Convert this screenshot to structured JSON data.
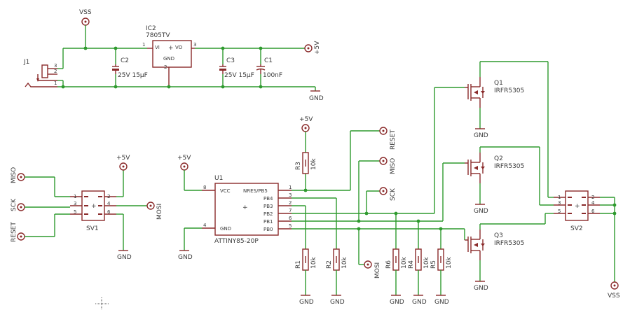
{
  "regulator": {
    "ref": "IC2",
    "value": "7805TV",
    "vi": "VI",
    "vo": "VO",
    "gnd": "GND",
    "pin1": "1",
    "pin2": "2",
    "pin3": "3"
  },
  "caps": [
    {
      "ref": "C2",
      "value": "25V 15µF"
    },
    {
      "ref": "C3",
      "value": "25V 15µF"
    },
    {
      "ref": "C1",
      "value": "100nF"
    }
  ],
  "jack": {
    "ref": "J1",
    "pins": [
      "3",
      "2",
      "1"
    ]
  },
  "mcu": {
    "ref": "U1",
    "value": "ATTINY85-20P",
    "vcc": "VCC",
    "gnd": "GND",
    "ports": [
      "NRES/PB5",
      "PB4",
      "PB3",
      "PB2",
      "PB1",
      "PB0"
    ],
    "port_pins": [
      "1",
      "3",
      "2",
      "7",
      "6",
      "5"
    ],
    "vcc_pin": "8",
    "gnd_pin": "4"
  },
  "resistors": [
    {
      "ref": "R3",
      "value": "10k"
    },
    {
      "ref": "R1",
      "value": "10k"
    },
    {
      "ref": "R2",
      "value": "10k"
    },
    {
      "ref": "R6",
      "value": "10k"
    },
    {
      "ref": "R4",
      "value": "10k"
    },
    {
      "ref": "R5",
      "value": "10k"
    }
  ],
  "mosfets": [
    {
      "ref": "Q1",
      "value": "IRFR5305"
    },
    {
      "ref": "Q2",
      "value": "IRFR5305"
    },
    {
      "ref": "Q3",
      "value": "IRFR5305"
    }
  ],
  "sv1": {
    "ref": "SV1",
    "pins": [
      "1",
      "2",
      "3",
      "4",
      "5",
      "6"
    ]
  },
  "sv2": {
    "ref": "SV2",
    "pins": [
      "1",
      "2",
      "3",
      "4",
      "5",
      "6"
    ]
  },
  "nets": {
    "vss": "VSS",
    "p5v": "+5V",
    "gnd": "GND",
    "reset": "RESET",
    "miso": "MISO",
    "sck": "SCK",
    "mosi": "MOSI"
  }
}
